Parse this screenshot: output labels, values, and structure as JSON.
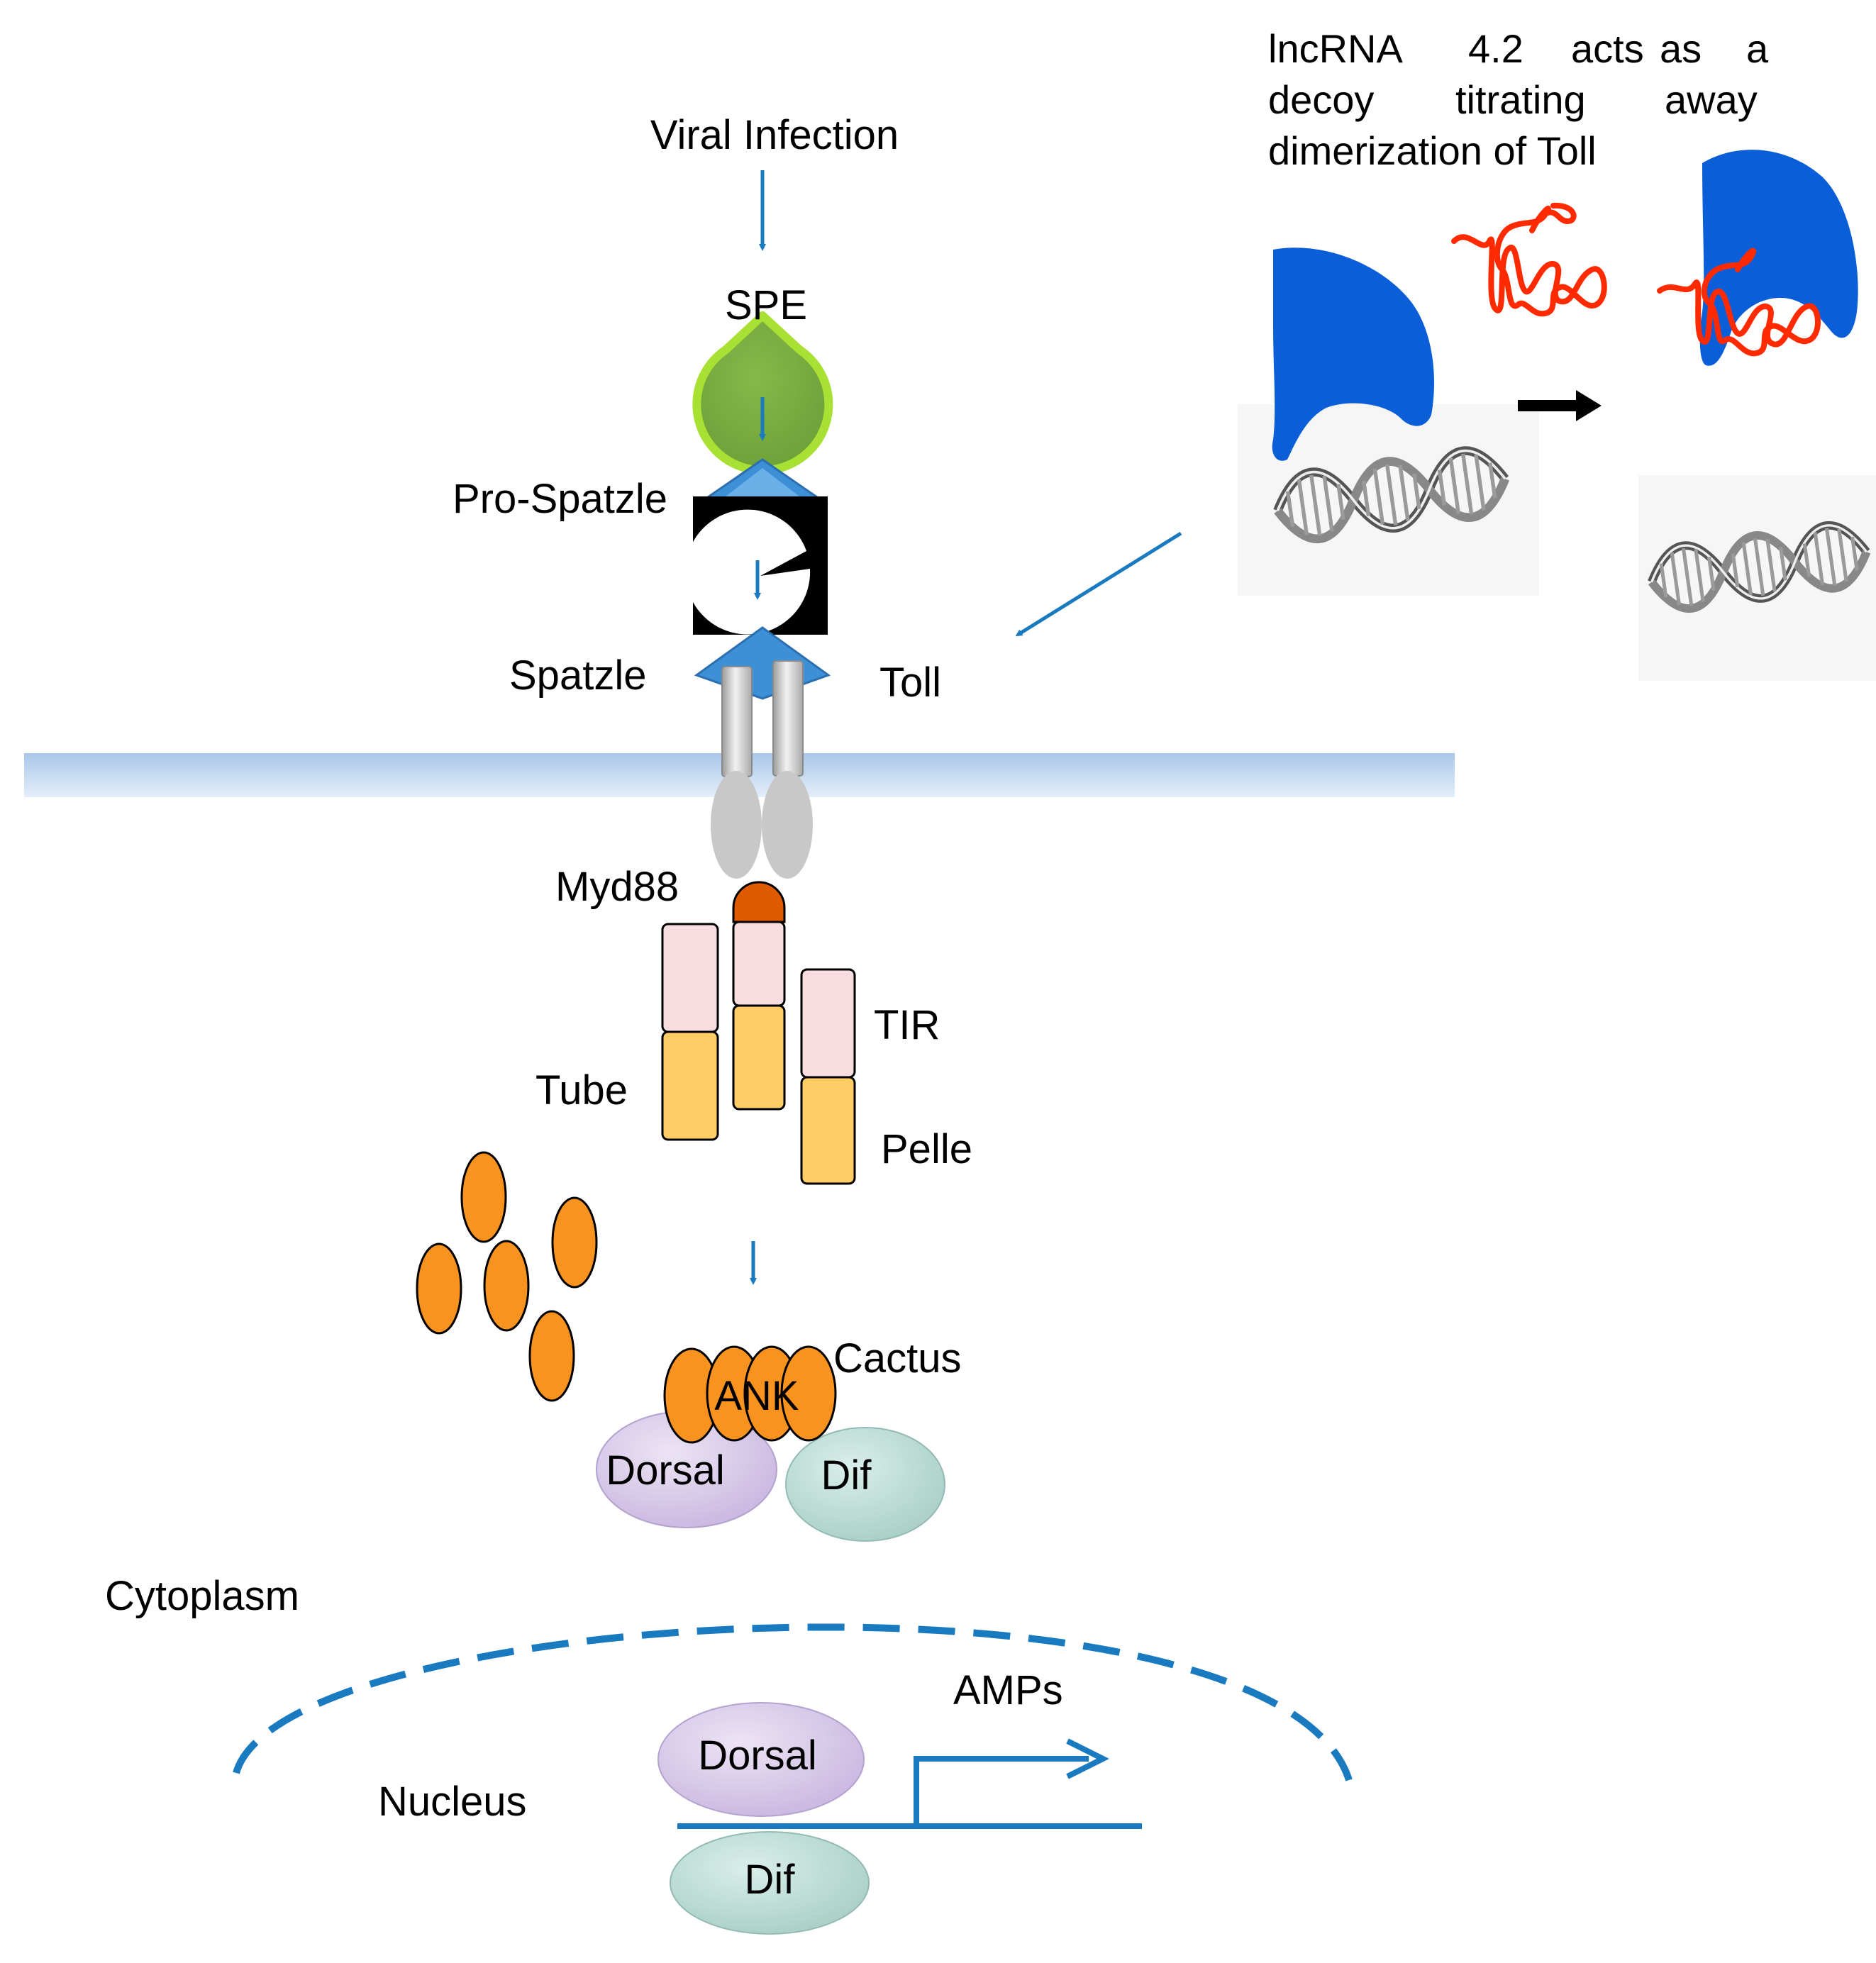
{
  "labels": {
    "viral_infection": "Viral Infection",
    "spe": "SPE",
    "pro_spatzle": "Pro-Spatzle",
    "spatzle": "Spatzle",
    "toll": "Toll",
    "myd88": "Myd88",
    "tir": "TIR",
    "tube": "Tube",
    "pelle": "Pelle",
    "cactus": "Cactus",
    "ank": "ANK",
    "dorsal": "Dorsal",
    "dif": "Dif",
    "cytoplasm": "Cytoplasm",
    "nucleus": "Nucleus",
    "amps": "AMPs",
    "dorsal_nucleus": "Dorsal",
    "dif_nucleus": "Dif"
  },
  "annotation": {
    "line1": [
      "lncRNA",
      "4.2",
      "acts",
      "as",
      "a"
    ],
    "line2": [
      "decoy",
      "titrating",
      "away"
    ],
    "line3": "dimerization of Toll"
  },
  "colors": {
    "arrow_blue": "#1a7abf",
    "spe_green": "#86c335",
    "spatzle_blue": "#3d8fd6",
    "membrane": "#b8d0ec",
    "toll_gray": "#c8c8c8",
    "myd88_orange": "#e05a00",
    "tir_pink": "#f8dde0",
    "kinase_yellow": "#ffcc66",
    "cactus_orange": "#f7931e",
    "dorsal_purple": "#dcd0ec",
    "dif_teal": "#c2e0da",
    "protein_blue": "#0a5ed7",
    "lncrna_red": "#ff2a00"
  }
}
